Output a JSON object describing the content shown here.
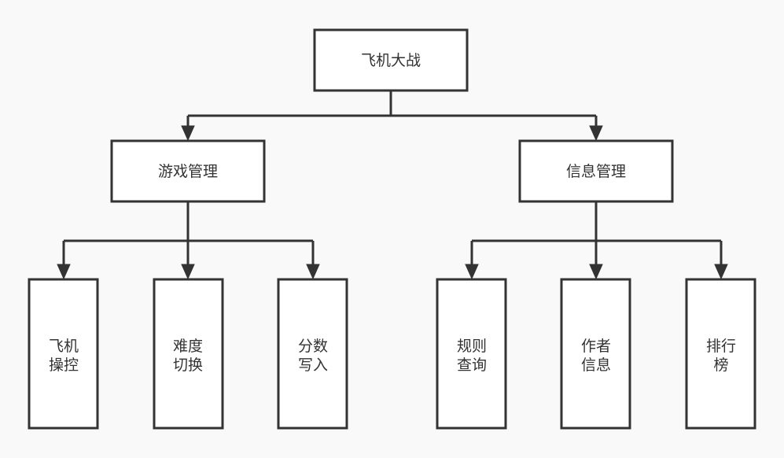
{
  "diagram": {
    "root": {
      "label": "飞机大战"
    },
    "branches": [
      {
        "label": "游戏管理",
        "children": [
          {
            "lines": [
              "飞机",
              "操控"
            ]
          },
          {
            "lines": [
              "难度",
              "切换"
            ]
          },
          {
            "lines": [
              "分数",
              "写入"
            ]
          }
        ]
      },
      {
        "label": "信息管理",
        "children": [
          {
            "lines": [
              "规则",
              "查询"
            ]
          },
          {
            "lines": [
              "作者",
              "信息"
            ]
          },
          {
            "lines": [
              "排行",
              "榜"
            ]
          }
        ]
      }
    ]
  },
  "colors": {
    "stroke": "#333333",
    "box_fill": "#ffffff",
    "background": "#f9f9f9"
  }
}
